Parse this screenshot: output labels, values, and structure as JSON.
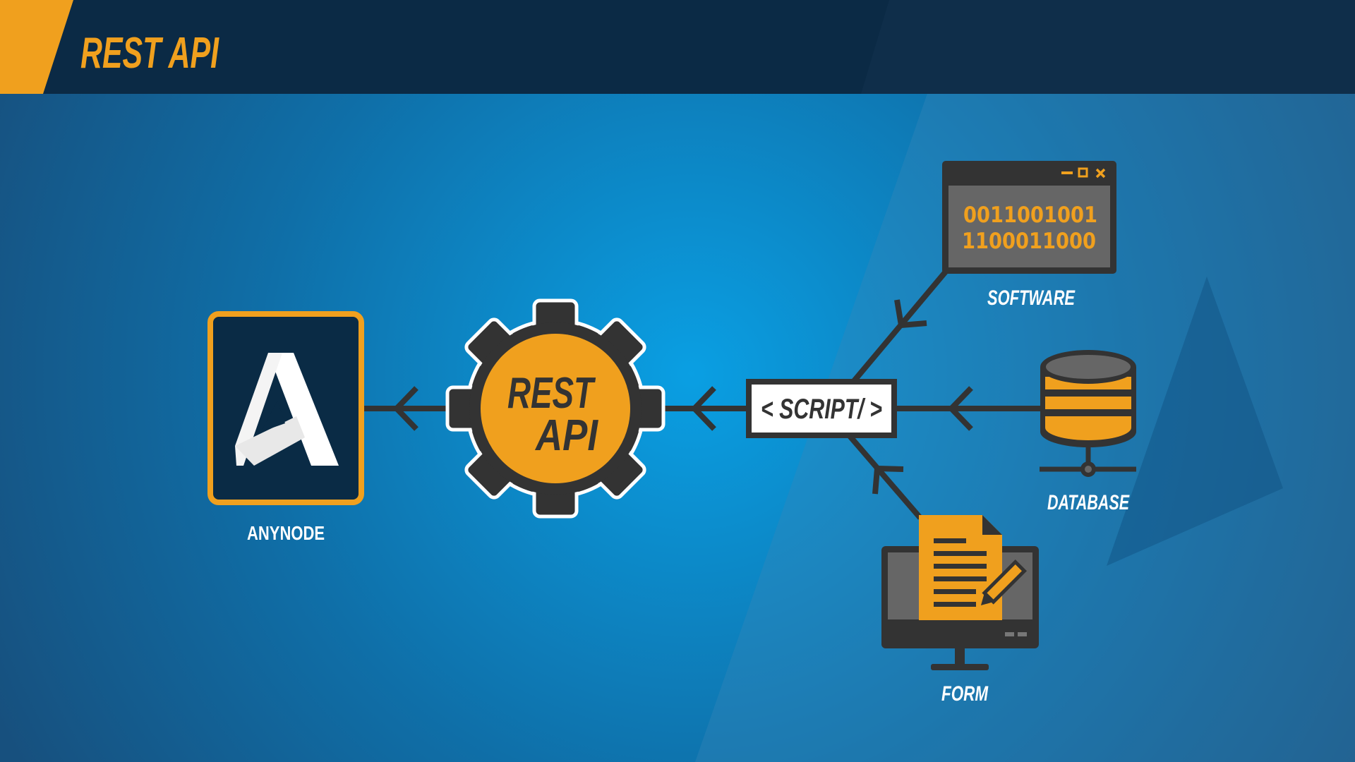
{
  "header": {
    "title": "REST API"
  },
  "colors": {
    "accent": "#f0a01e",
    "dark": "#333333",
    "header_bg": "#0b2a45",
    "bg_center": "#0a9be0",
    "bg_edge": "#155a8a",
    "white": "#ffffff"
  },
  "nodes": {
    "anynode": {
      "label": "ANYNODE",
      "icon": "anynode-logo-icon"
    },
    "rest_api": {
      "line1": "REST",
      "line2": "API",
      "icon": "gear-icon"
    },
    "script": {
      "label": "< SCRIPT/ >"
    },
    "software": {
      "label": "SOFTWARE",
      "binary_line1": "0011001001",
      "binary_line2": "1100011000",
      "icon": "window-icon"
    },
    "database": {
      "label": "DATABASE",
      "icon": "database-icon"
    },
    "form": {
      "label": "FORM",
      "icon": "monitor-document-icon"
    }
  }
}
